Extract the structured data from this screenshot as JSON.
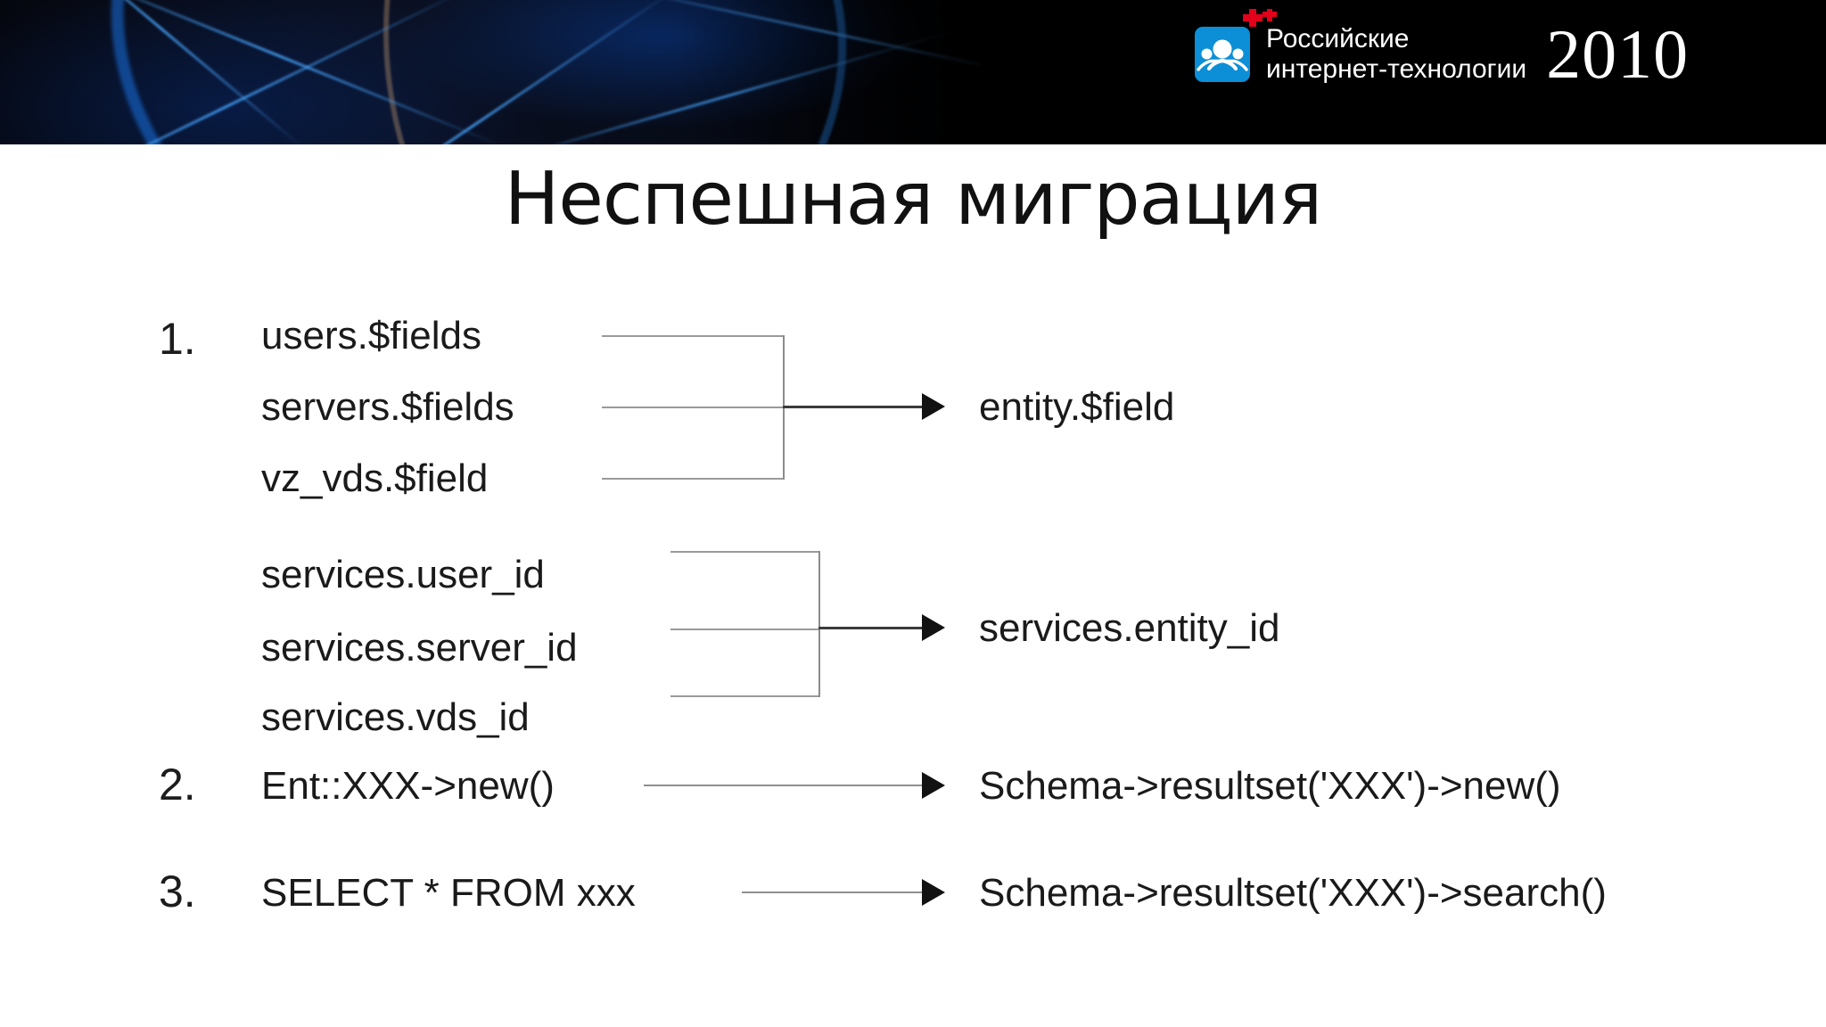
{
  "banner": {
    "background_color": "#000000",
    "art_name": "blue-light-swirls",
    "logo": {
      "icon_name": "people-group-icon",
      "icon_bg_color": "#0c8fd6",
      "plus_color": "#e3001b",
      "line1": "Российские",
      "line2": "интернет-технологии",
      "year": "2010"
    }
  },
  "slide": {
    "title": "Неспешная миграция",
    "items": [
      {
        "number": "1.",
        "groups": [
          {
            "sources": [
              "users.$fields",
              "servers.$fields",
              "vz_vds.$field"
            ],
            "target": "entity.$field"
          },
          {
            "sources": [
              "services.user_id",
              "services.server_id",
              "services.vds_id"
            ],
            "target": "services.entity_id"
          }
        ]
      },
      {
        "number": "2.",
        "source": "Ent::XXX->new()",
        "target": "Schema->resultset('XXX')->new()"
      },
      {
        "number": "3.",
        "source": "SELECT * FROM xxx",
        "target": "Schema->resultset('XXX')->search()"
      }
    ]
  },
  "colors": {
    "text": "#1a1a1a",
    "connector": "#9a9a9a",
    "arrow": "#121212",
    "background": "#ffffff"
  }
}
